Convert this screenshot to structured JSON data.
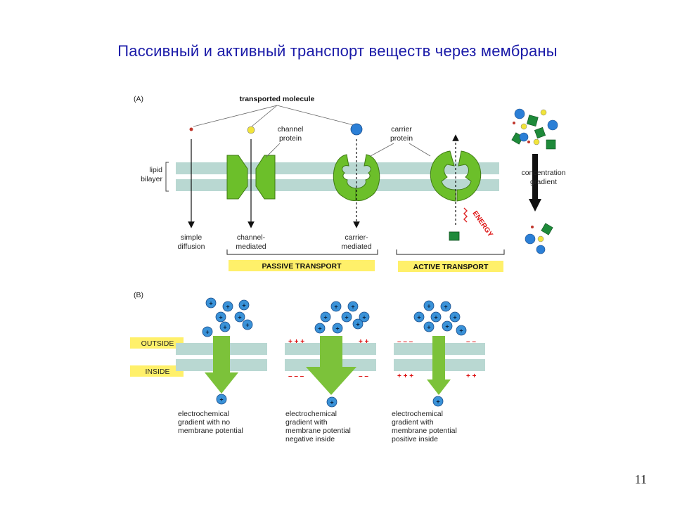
{
  "title": "Пассивный и активный транспорт веществ через мембраны",
  "page_number": "11",
  "panel_a": {
    "label": "(A)",
    "transported_molecule": "transported molecule",
    "channel_protein": [
      "channel",
      "protein"
    ],
    "carrier_protein": [
      "carrier",
      "protein"
    ],
    "lipid_bilayer": [
      "lipid",
      "bilayer"
    ],
    "simple_diffusion": [
      "simple",
      "diffusion"
    ],
    "channel_mediated": [
      "channel-",
      "mediated"
    ],
    "carrier_mediated": [
      "carrier-",
      "mediated"
    ],
    "energy": "ENERGY",
    "concentration_gradient": [
      "concentration",
      "gradient"
    ],
    "passive_transport": "PASSIVE TRANSPORT",
    "active_transport": "ACTIVE TRANSPORT"
  },
  "panel_b": {
    "label": "(B)",
    "outside": "OUTSIDE",
    "inside": "INSIDE",
    "ion_sign": "+",
    "caption_1": [
      "electrochemical",
      "gradient with no",
      "membrane potential"
    ],
    "caption_2": [
      "electrochemical",
      "gradient with",
      "membrane potential",
      "negative inside"
    ],
    "caption_3": [
      "electrochemical",
      "gradient with",
      "membrane potential",
      "positive inside"
    ],
    "charges_2_top_left": "+ + +",
    "charges_2_top_right": "+ +",
    "charges_2_bottom_left": "– – –",
    "charges_2_bottom_right": "– –",
    "charges_3_top_left": "– – –",
    "charges_3_top_right": "– –",
    "charges_3_bottom_left": "+ + +",
    "charges_3_bottom_right": "+ +"
  },
  "colors": {
    "title": "#1a1aa8",
    "membrane": "#b9d8d2",
    "protein_green": "#6cbf2a",
    "arrow_green": "#7cc23a",
    "ion_blue": "#3a92d8",
    "yellow_band": "#fff06a",
    "square_green": "#1e8a3a"
  }
}
